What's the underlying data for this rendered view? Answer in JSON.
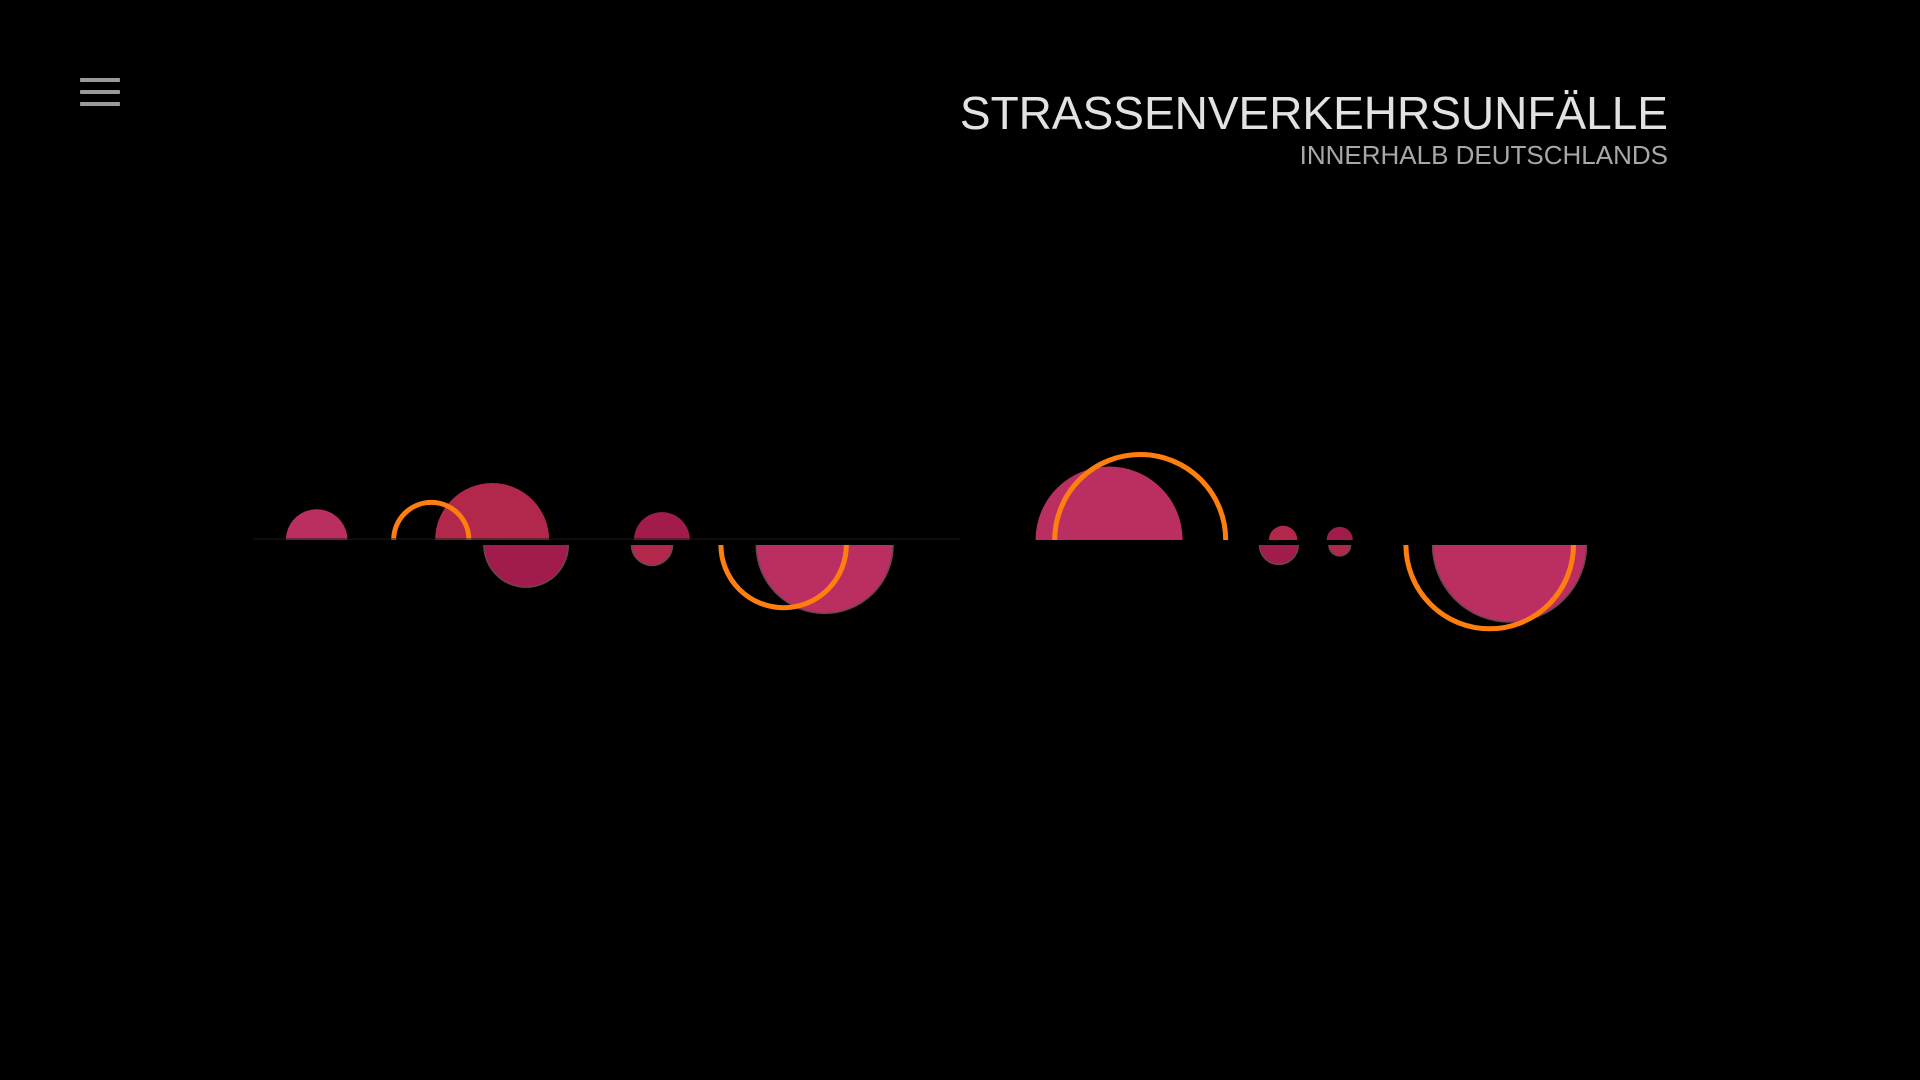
{
  "menu": {
    "icon": "hamburger-menu-icon"
  },
  "header": {
    "title": "STRASSENVERKEHRSUNFÄLLE",
    "subtitle": "INNERHALB DEUTSCHLANDS"
  },
  "colors": {
    "background": "#000000",
    "fill_primary": "#c33066",
    "fill_dark": "#a81c50",
    "fill_red": "#b82a4e",
    "outline": "#ff7f0e"
  },
  "chart_data": {
    "type": "semicircle-bubble",
    "title": "",
    "grid": false,
    "legend": "none",
    "upper_filled": [
      {
        "center": 0.045,
        "size": 0.54,
        "color": "fill_primary"
      },
      {
        "center": 0.169,
        "size": 1.0,
        "color": "fill_red"
      },
      {
        "center": 0.289,
        "size": 0.49,
        "color": "fill_dark"
      },
      {
        "center": 0.605,
        "size": 1.29,
        "color": "fill_primary"
      },
      {
        "center": 0.728,
        "size": 0.25,
        "color": "fill_red"
      },
      {
        "center": 0.768,
        "size": 0.23,
        "color": "fill_dark"
      }
    ],
    "upper_outline": [
      {
        "center": 0.126,
        "size": 0.66
      },
      {
        "center": 0.627,
        "size": 1.5
      }
    ],
    "lower_filled": [
      {
        "center": 0.193,
        "size": 0.74,
        "color": "fill_dark"
      },
      {
        "center": 0.282,
        "size": 0.36,
        "color": "fill_red"
      },
      {
        "center": 0.404,
        "size": 1.2,
        "color": "fill_primary"
      },
      {
        "center": 0.725,
        "size": 0.34,
        "color": "fill_dark"
      },
      {
        "center": 0.768,
        "size": 0.19,
        "color": "fill_red"
      },
      {
        "center": 0.888,
        "size": 1.35,
        "color": "fill_primary"
      }
    ],
    "lower_outline": [
      {
        "center": 0.375,
        "size": 1.1
      },
      {
        "center": 0.874,
        "size": 1.47
      }
    ]
  }
}
